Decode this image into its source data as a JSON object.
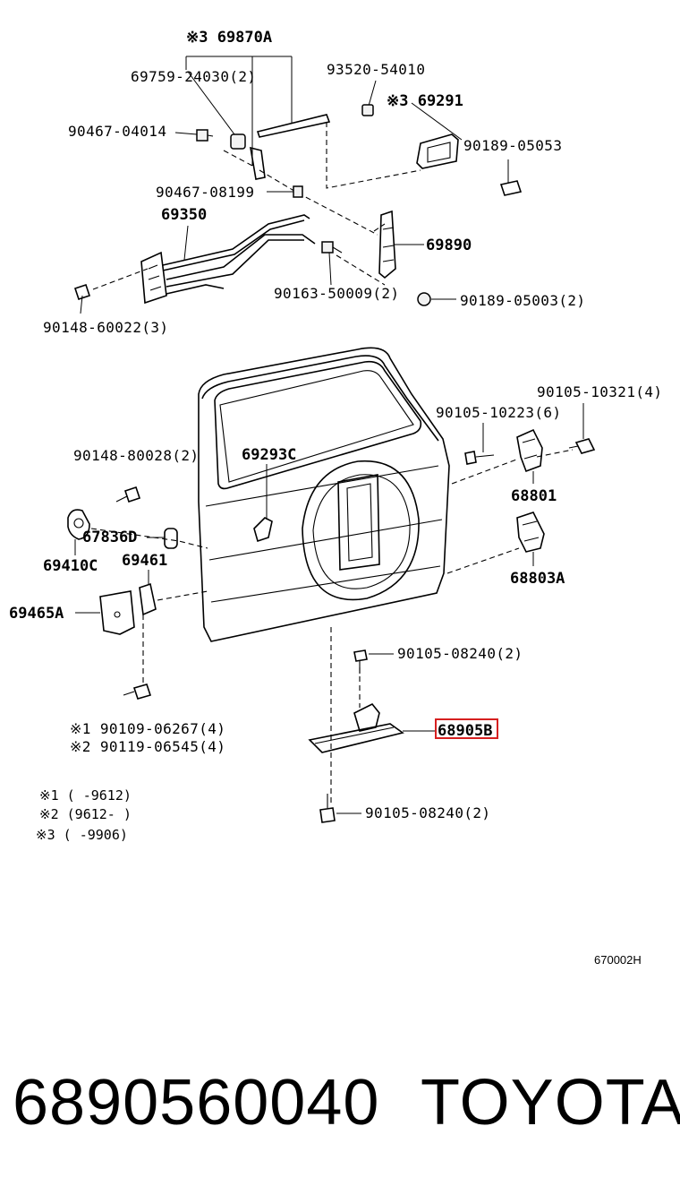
{
  "labels": {
    "l69870A": "※3 69870A",
    "l69759": "69759-24030(2)",
    "l93520": "93520-54010",
    "l69291": "※3 69291",
    "l90467a": "90467-04014",
    "l90189a": "90189-05053",
    "l90467b": "90467-08199",
    "l69350": "69350",
    "l69890": "69890",
    "l90163": "90163-50009(2)",
    "l90189b": "90189-05003(2)",
    "l90148a": "90148-60022(3)",
    "l90105a": "90105-10321(4)",
    "l90105b": "90105-10223(6)",
    "l90148b": "90148-80028(2)",
    "l69293C": "69293C",
    "l68801": "68801",
    "l67836D": "67836D",
    "l69410C": "69410C",
    "l69461": "69461",
    "l68803A": "68803A",
    "l69465A": "69465A",
    "l90105c": "90105-08240(2)",
    "l90109": "※1 90109-06267(4)",
    "l90119": "※2 90119-06545(4)",
    "l68905B_main": "68905",
    "l68905B_suffix": "B",
    "l90105d": "90105-08240(2)"
  },
  "notes": {
    "n1": "※1  (      -9612)",
    "n2": "※2  (9612-      )",
    "n3": "※3  (     -9906)"
  },
  "diagram_code": "670002H",
  "highlight": {
    "part": "68905B",
    "color": "#d62020"
  },
  "footer": {
    "part_number": "6890560040",
    "brand": "TOYOTA"
  }
}
